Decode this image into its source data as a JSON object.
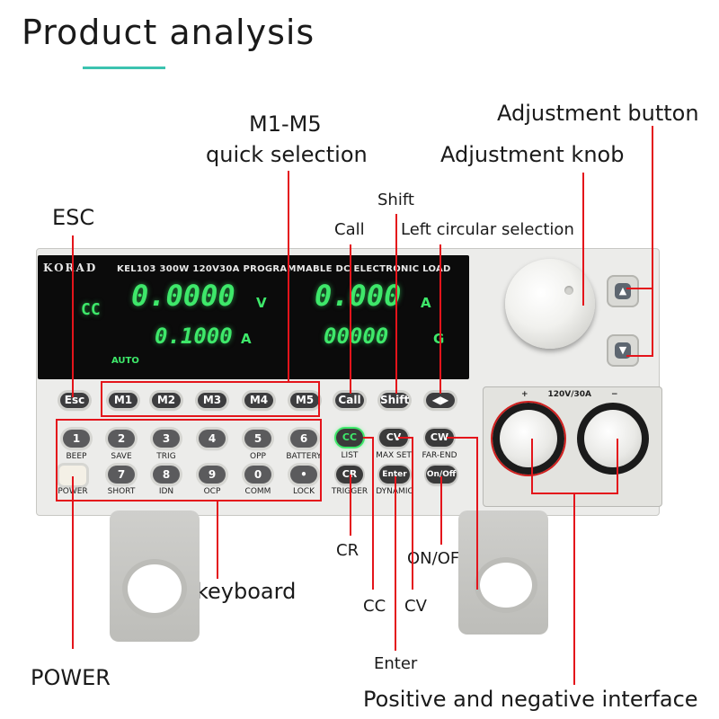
{
  "title": "Product analysis",
  "labels": {
    "m1m5_line1": "M1-M5",
    "m1m5_line2": "quick selection",
    "adjustment_button": "Adjustment button",
    "adjustment_knob": "Adjustment knob",
    "esc": "ESC",
    "shift": "Shift",
    "call": "Call",
    "left_circular": "Left circular selection",
    "cr": "CR",
    "on_off": "ON/OFF",
    "output_keyboard": "Output keyboard",
    "cc": "CC",
    "cv": "CV",
    "cw": "CW",
    "power": "POWER",
    "enter": "Enter",
    "pos_neg": "Positive and negative interface"
  },
  "device": {
    "brand": "KORAD",
    "header": "KEL103  300W  120V30A  PROGRAMMABLE DC ELECTRONIC LOAD",
    "display": {
      "mode": "CC",
      "voltage": "0.0000",
      "voltage_unit": "V",
      "current": "0.000",
      "current_unit": "A",
      "set_current": "0.1000",
      "set_current_unit": "A",
      "right_second": "00000",
      "right_second_unit": "G",
      "auto": "AUTO"
    },
    "top_keys": [
      "Esc",
      "M1",
      "M2",
      "M3",
      "M4",
      "M5",
      "Call",
      "Shift",
      "◀▶"
    ],
    "num_keys": [
      {
        "key": "1",
        "label": "BEEP"
      },
      {
        "key": "2",
        "label": "SAVE"
      },
      {
        "key": "3",
        "label": "TRIG"
      },
      {
        "key": "4",
        "label": ""
      },
      {
        "key": "5",
        "label": "OPP"
      },
      {
        "key": "6",
        "label": "BATTERY"
      },
      {
        "key": "7",
        "label": "SHORT"
      },
      {
        "key": "8",
        "label": "IDN"
      },
      {
        "key": "9",
        "label": "OCP"
      },
      {
        "key": "0",
        "label": "COMM"
      },
      {
        "key": "•",
        "label": "LOCK"
      }
    ],
    "power_label": "POWER",
    "mode_keys": [
      {
        "key": "CC",
        "label": "LIST"
      },
      {
        "key": "CV",
        "label": "MAX SET"
      },
      {
        "key": "CW",
        "label": "FAR-END"
      },
      {
        "key": "CR",
        "label": "TRIGGER"
      },
      {
        "key": "Enter",
        "label": "DYNAMIC"
      },
      {
        "key": "On/Off",
        "label": ""
      }
    ],
    "terminal_label": "120V/30A",
    "plus": "+",
    "minus": "−",
    "arrow_up": "▲",
    "arrow_down": "▼"
  }
}
